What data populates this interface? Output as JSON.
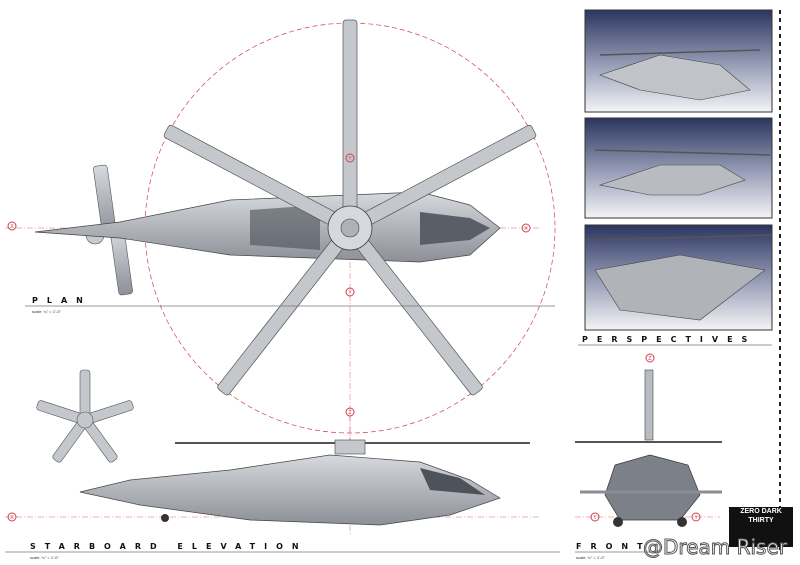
{
  "views": {
    "plan": {
      "label": "PLAN",
      "scale": "scale: ¼\" = 1'-0\""
    },
    "perspectives": {
      "label": "PERSPECTIVES"
    },
    "starboard": {
      "label": "STARBOARD ELEVATION",
      "scale": "scale: ¼\" = 1'-0\""
    },
    "front": {
      "label": "FRONT",
      "scale": "scale: ¼\" = 1'-0\""
    }
  },
  "markers": {
    "x": "X",
    "y": "Y",
    "z": "Z"
  },
  "title_block": {
    "title": "ZERO DARK THIRTY"
  },
  "watermark": "@Dream Riser",
  "colors": {
    "hull": "#b8bcc2",
    "hull_dark": "#6e737a",
    "centerline": "#d04050",
    "panel_sky": "#2a3560"
  }
}
